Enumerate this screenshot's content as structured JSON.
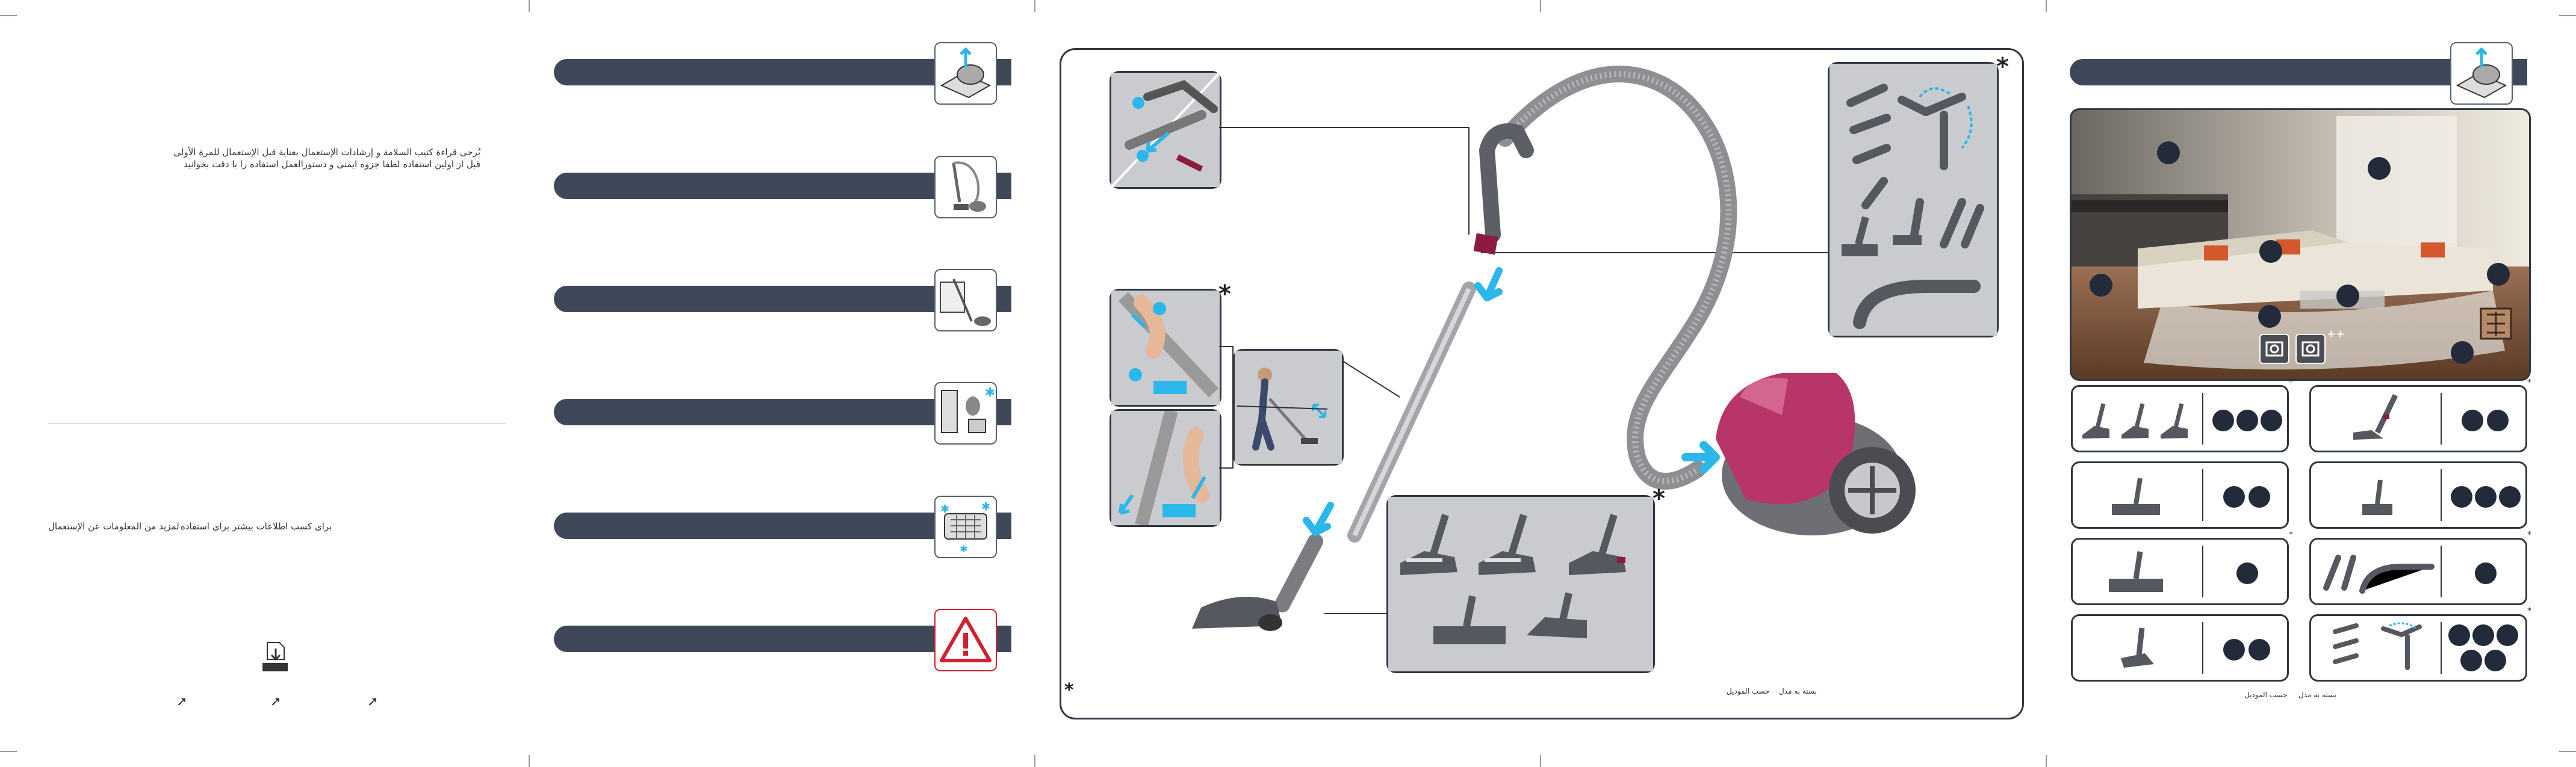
{
  "page1": {
    "intro_line1": "يُرجى قراءة كتيب السلامة و إرشادات الإستعمال بعناية قبل الإستعمال للمرة الأولى",
    "intro_line2": "قبل از اولین استفاده لطفا جزوه ایمنی و دستورالعمل استفاده را با دقت بخوانید",
    "info_ar": "لمزيد من المعلومات عن الإستعمال",
    "info_fa": "برای کسب اطلاعات بیشتر برای استفاده"
  },
  "page3": {
    "label_fa": "بسته به مدل",
    "label_ar": "حسب الموديل",
    "asterisk": "*"
  },
  "page4": {
    "label_fa": "بسته به مدل",
    "label_ar": "حسب الموديل",
    "plus": "++"
  },
  "icons": {
    "download": "download-icon",
    "warning": "warning-icon",
    "cursor": "cursor-icon"
  },
  "colors": {
    "bar": "#3f4858",
    "accent_blue": "#2bb7ea",
    "warning_red": "#d12030",
    "vacuum_body": "#b8356a"
  },
  "chart_data": null
}
